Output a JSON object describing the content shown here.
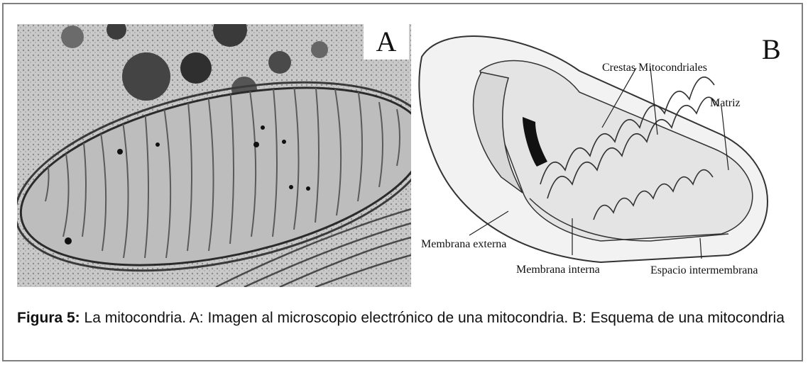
{
  "figure": {
    "panel_a": {
      "letter": "A"
    },
    "panel_b": {
      "letter": "B",
      "labels": {
        "crestas": "Crestas Mitocondriales",
        "matriz": "Matriz",
        "membrana_externa": "Membrana externa",
        "membrana_interna": "Membrana interna",
        "espacio": "Espacio intermembrana"
      }
    },
    "caption": {
      "lead": "Figura 5:",
      "text": " La mitocondria. A: Imagen al microscopio electrónico de una mitocondria. B: Esquema de una mitocondria"
    }
  }
}
